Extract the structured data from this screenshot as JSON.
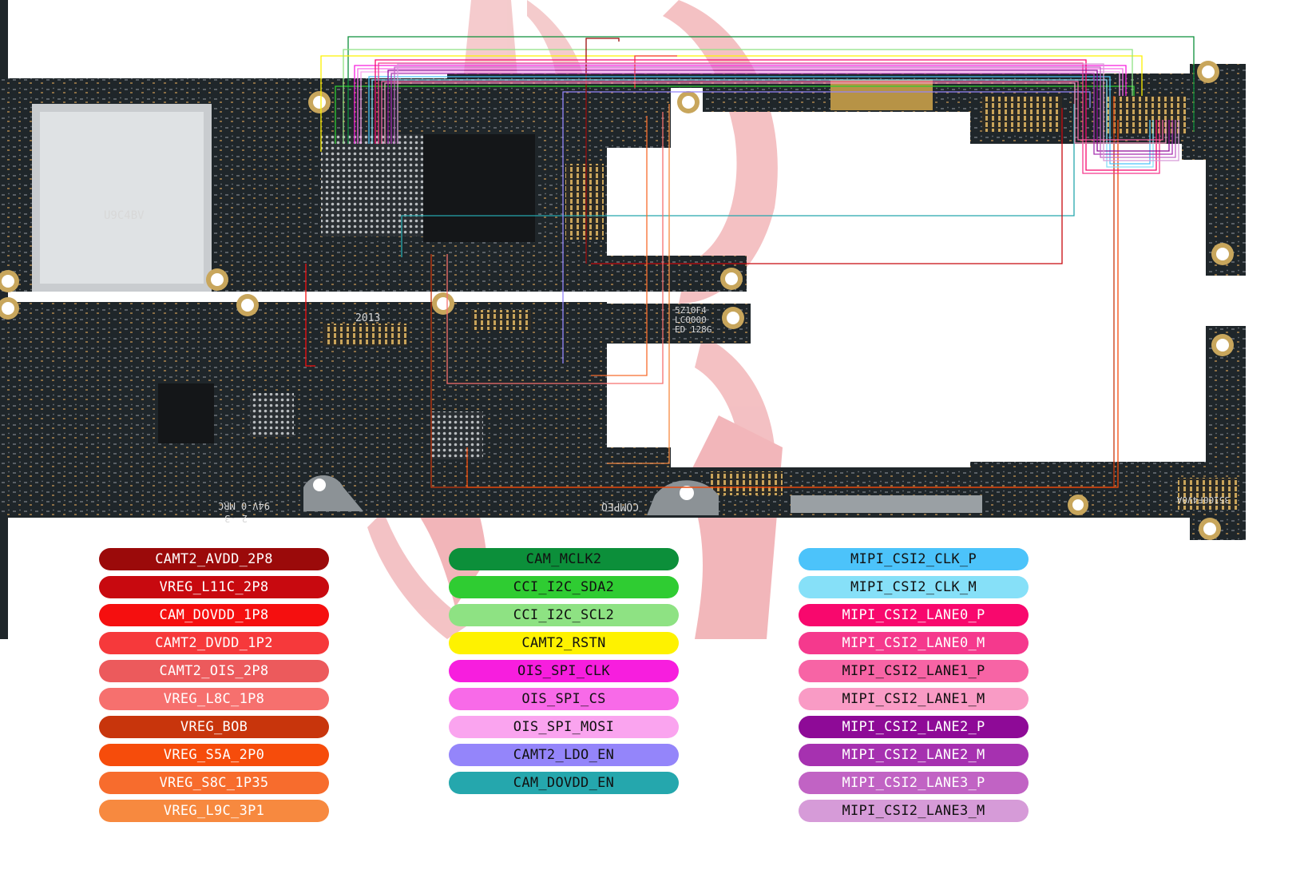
{
  "board_text": {
    "sim_marking": "U9C4BV",
    "board_code": "2013",
    "cert_line1": "94V-0 MRC",
    "cert_line2": "2 -3",
    "compe_marking": "COMPEQ",
    "chip_line1": "5Z10F4",
    "chip_line2": "LC0000",
    "chip_line3": "ED 128G",
    "right_code": "35100F4V0A"
  },
  "legend": {
    "col1": [
      {
        "label": "CAMT2_AVDD_2P8",
        "color": "#9b0a0a",
        "text": "light"
      },
      {
        "label": "VREG_L11C_2P8",
        "color": "#c8090f",
        "text": "light"
      },
      {
        "label": "CAM_DOVDD_1P8",
        "color": "#f50f0f",
        "text": "light"
      },
      {
        "label": "CAMT2_DVDD_1P2",
        "color": "#f6393b",
        "text": "light"
      },
      {
        "label": "CAMT2_OIS_2P8",
        "color": "#ec5a5c",
        "text": "light"
      },
      {
        "label": "VREG_L8C_1P8",
        "color": "#f6706e",
        "text": "light"
      },
      {
        "label": "VREG_BOB",
        "color": "#c8350c",
        "text": "light"
      },
      {
        "label": "VREG_S5A_2P0",
        "color": "#f64c0b",
        "text": "light"
      },
      {
        "label": "VREG_S8C_1P35",
        "color": "#f76c2d",
        "text": "light"
      },
      {
        "label": "VREG_L9C_3P1",
        "color": "#f7893f",
        "text": "light"
      }
    ],
    "col2": [
      {
        "label": "CAM_MCLK2",
        "color": "#0c8f3a",
        "text": "dark"
      },
      {
        "label": "CCI_I2C_SDA2",
        "color": "#2fcc32",
        "text": "dark"
      },
      {
        "label": "CCI_I2C_SCL2",
        "color": "#8ee283",
        "text": "dark"
      },
      {
        "label": "CAMT2_RSTN",
        "color": "#fef200",
        "text": "dark"
      },
      {
        "label": "OIS_SPI_CLK",
        "color": "#f71ede",
        "text": "dark"
      },
      {
        "label": "OIS_SPI_CS",
        "color": "#f86ae8",
        "text": "dark"
      },
      {
        "label": "OIS_SPI_MOSI",
        "color": "#faa4ef",
        "text": "dark"
      },
      {
        "label": "CAMT2_LDO_EN",
        "color": "#9485fa",
        "text": "dark"
      },
      {
        "label": "CAM_DOVDD_EN",
        "color": "#25a7ad",
        "text": "dark"
      }
    ],
    "col3": [
      {
        "label": "MIPI_CSI2_CLK_P",
        "color": "#4cc3fa",
        "text": "dark"
      },
      {
        "label": "MIPI_CSI2_CLK_M",
        "color": "#86e0f8",
        "text": "dark"
      },
      {
        "label": "MIPI_CSI2_LANE0_P",
        "color": "#f8086d",
        "text": "light"
      },
      {
        "label": "MIPI_CSI2_LANE0_M",
        "color": "#f5398d",
        "text": "light"
      },
      {
        "label": "MIPI_CSI2_LANE1_P",
        "color": "#f764a5",
        "text": "dark"
      },
      {
        "label": "MIPI_CSI2_LANE1_M",
        "color": "#f99bc5",
        "text": "dark"
      },
      {
        "label": "MIPI_CSI2_LANE2_P",
        "color": "#8e0a97",
        "text": "light"
      },
      {
        "label": "MIPI_CSI2_LANE2_M",
        "color": "#a631b0",
        "text": "light"
      },
      {
        "label": "MIPI_CSI2_LANE3_P",
        "color": "#c163c4",
        "text": "light"
      },
      {
        "label": "MIPI_CSI2_LANE3_M",
        "color": "#d69bd8",
        "text": "dark"
      }
    ]
  }
}
